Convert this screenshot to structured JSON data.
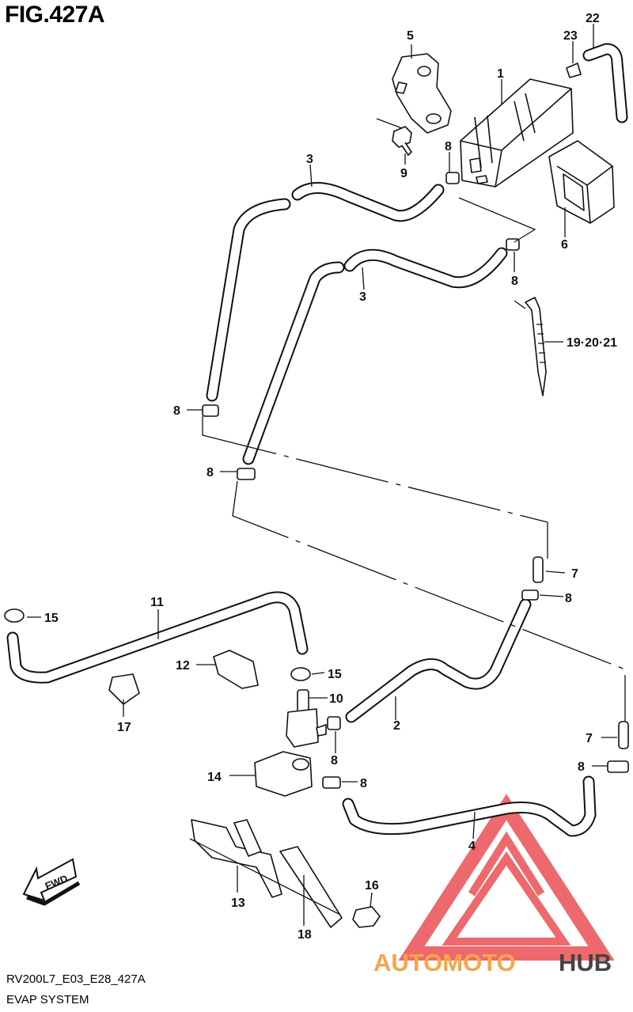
{
  "title": "FIG.427A",
  "footer": {
    "code": "RV200L7_E03_E28_427A",
    "name": "EVAP SYSTEM"
  },
  "fwd_label": "FWD",
  "watermark": {
    "text_orange": "AUTOMOTO",
    "text_gray": "HUB",
    "color_orange": "#f4a64a",
    "color_gray": "#444444",
    "color_triangle": "#e8383d"
  },
  "callouts": {
    "c1": "1",
    "c2": "2",
    "c3a": "3",
    "c3b": "3",
    "c4": "4",
    "c5": "5",
    "c6": "6",
    "c7a": "7",
    "c7b": "7",
    "c8a": "8",
    "c8b": "8",
    "c8c": "8",
    "c8d": "8",
    "c8e": "8",
    "c8f": "8",
    "c8g": "8",
    "c8h": "8",
    "c9": "9",
    "c10": "10",
    "c11": "11",
    "c12": "12",
    "c13": "13",
    "c14": "14",
    "c15a": "15",
    "c15b": "15",
    "c16": "16",
    "c17": "17",
    "c18": "18",
    "c19": "19·20·21",
    "c22": "22",
    "c23": "23"
  }
}
